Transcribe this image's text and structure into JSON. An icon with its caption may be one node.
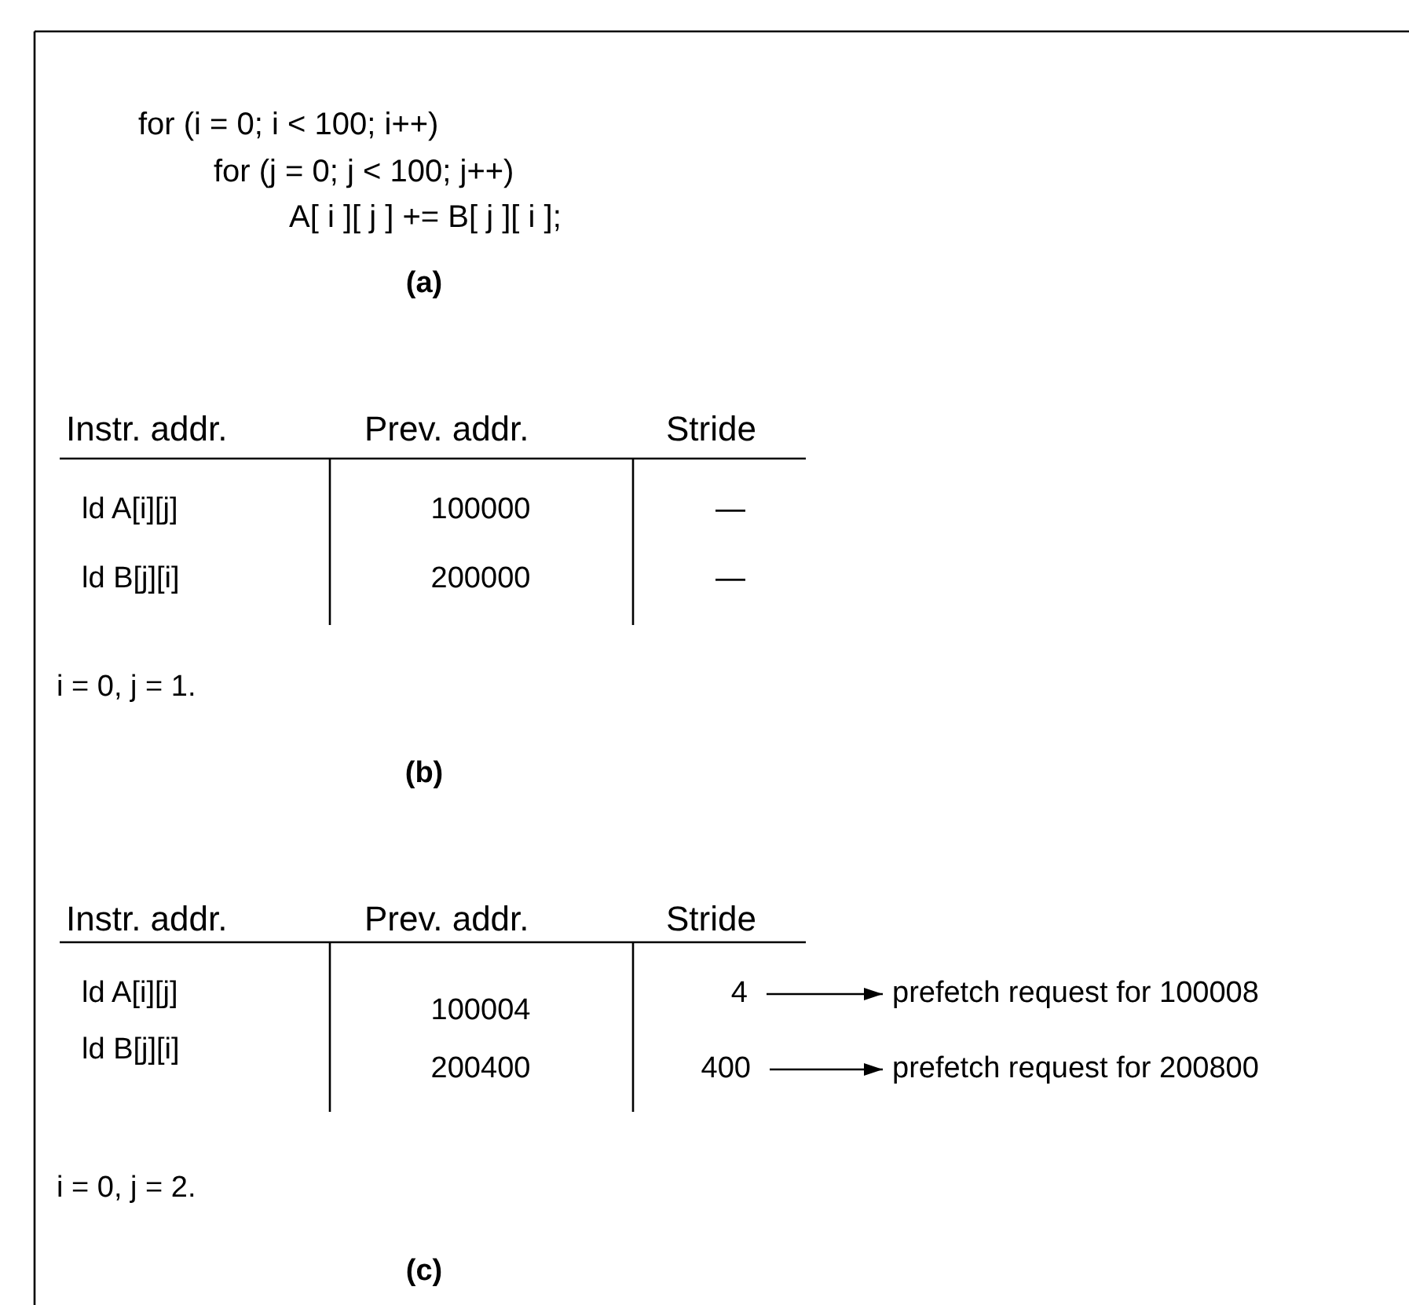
{
  "diagram": {
    "nodes": [
      {
        "text": [
          "4"
        ]
      },
      {
        "text": [
          "prefetch request for 100008"
        ]
      },
      {
        "text": [
          "400"
        ]
      },
      {
        "text": [
          "prefetch request for 200800"
        ]
      }
    ],
    "edges": [
      {
        "from": 0,
        "to": 1,
        "arrow": "to"
      },
      {
        "from": 2,
        "to": 3,
        "arrow": "to"
      }
    ],
    "labels": [
      "for (i = 0; i < 100; i++)",
      "for (j = 0; j < 100; j++)",
      "A[ i ][ j ] += B[ j ][ i ];",
      "(a)",
      "Instr. addr.",
      "Prev. addr.",
      "Stride",
      "ld A[i][j]",
      "100000",
      "—",
      "ld B[j][i]",
      "200000",
      "—",
      "i = 0, j = 1.",
      "(b)",
      "Instr. addr.",
      "Prev. addr.",
      "Stride",
      "ld A[i][j]",
      "100004",
      "ld B[j][i]",
      "200400",
      "i = 0, j = 2.",
      "(c)"
    ]
  }
}
